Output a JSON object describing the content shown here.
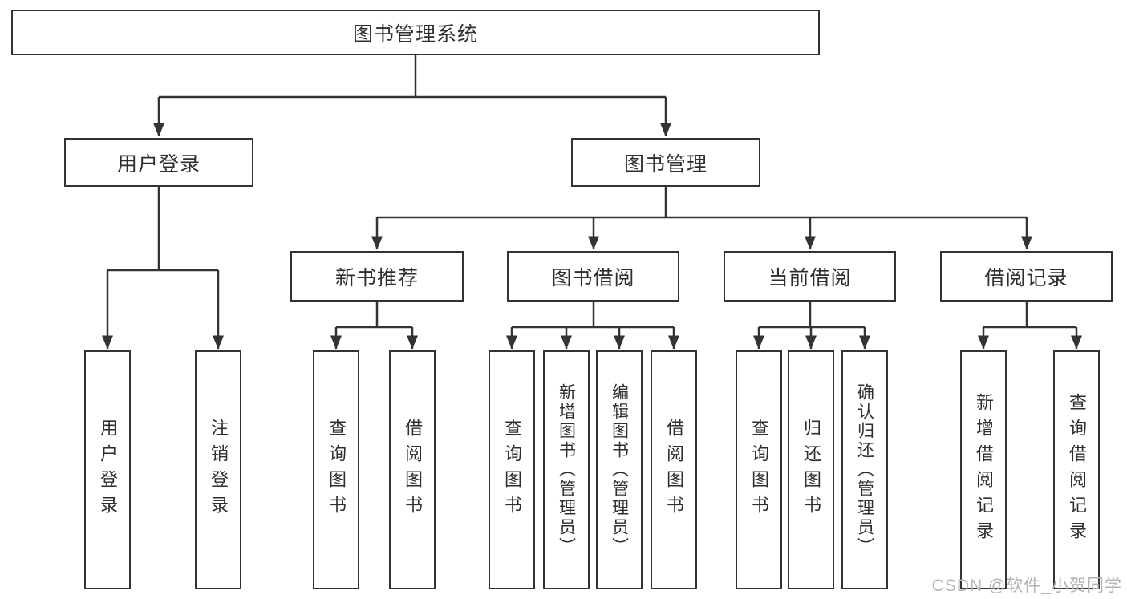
{
  "diagram": {
    "root": {
      "label": "图书管理系统",
      "children": [
        {
          "label": "用户登录",
          "children": [
            {
              "label": "用户登录"
            },
            {
              "label": "注销登录"
            }
          ]
        },
        {
          "label": "图书管理",
          "children": [
            {
              "label": "新书推荐",
              "children": [
                {
                  "label": "查询图书"
                },
                {
                  "label": "借阅图书"
                }
              ]
            },
            {
              "label": "图书借阅",
              "children": [
                {
                  "label": "查询图书"
                },
                {
                  "label": "新增图书（管理员）"
                },
                {
                  "label": "编辑图书（管理员）"
                },
                {
                  "label": "借阅图书"
                }
              ]
            },
            {
              "label": "当前借阅",
              "children": [
                {
                  "label": "查询图书"
                },
                {
                  "label": "归还图书"
                },
                {
                  "label": "确认归还（管理员）"
                }
              ]
            },
            {
              "label": "借阅记录",
              "children": [
                {
                  "label": "新增借阅记录"
                },
                {
                  "label": "查询借阅记录"
                }
              ]
            }
          ]
        }
      ]
    }
  },
  "watermark": {
    "text": "CSDN @软件_小贺同学"
  },
  "colors": {
    "line": "#333333",
    "box_border": "#333333",
    "text": "#2f2f2f",
    "background": "#ffffff",
    "watermark": "#b3b3b3"
  }
}
